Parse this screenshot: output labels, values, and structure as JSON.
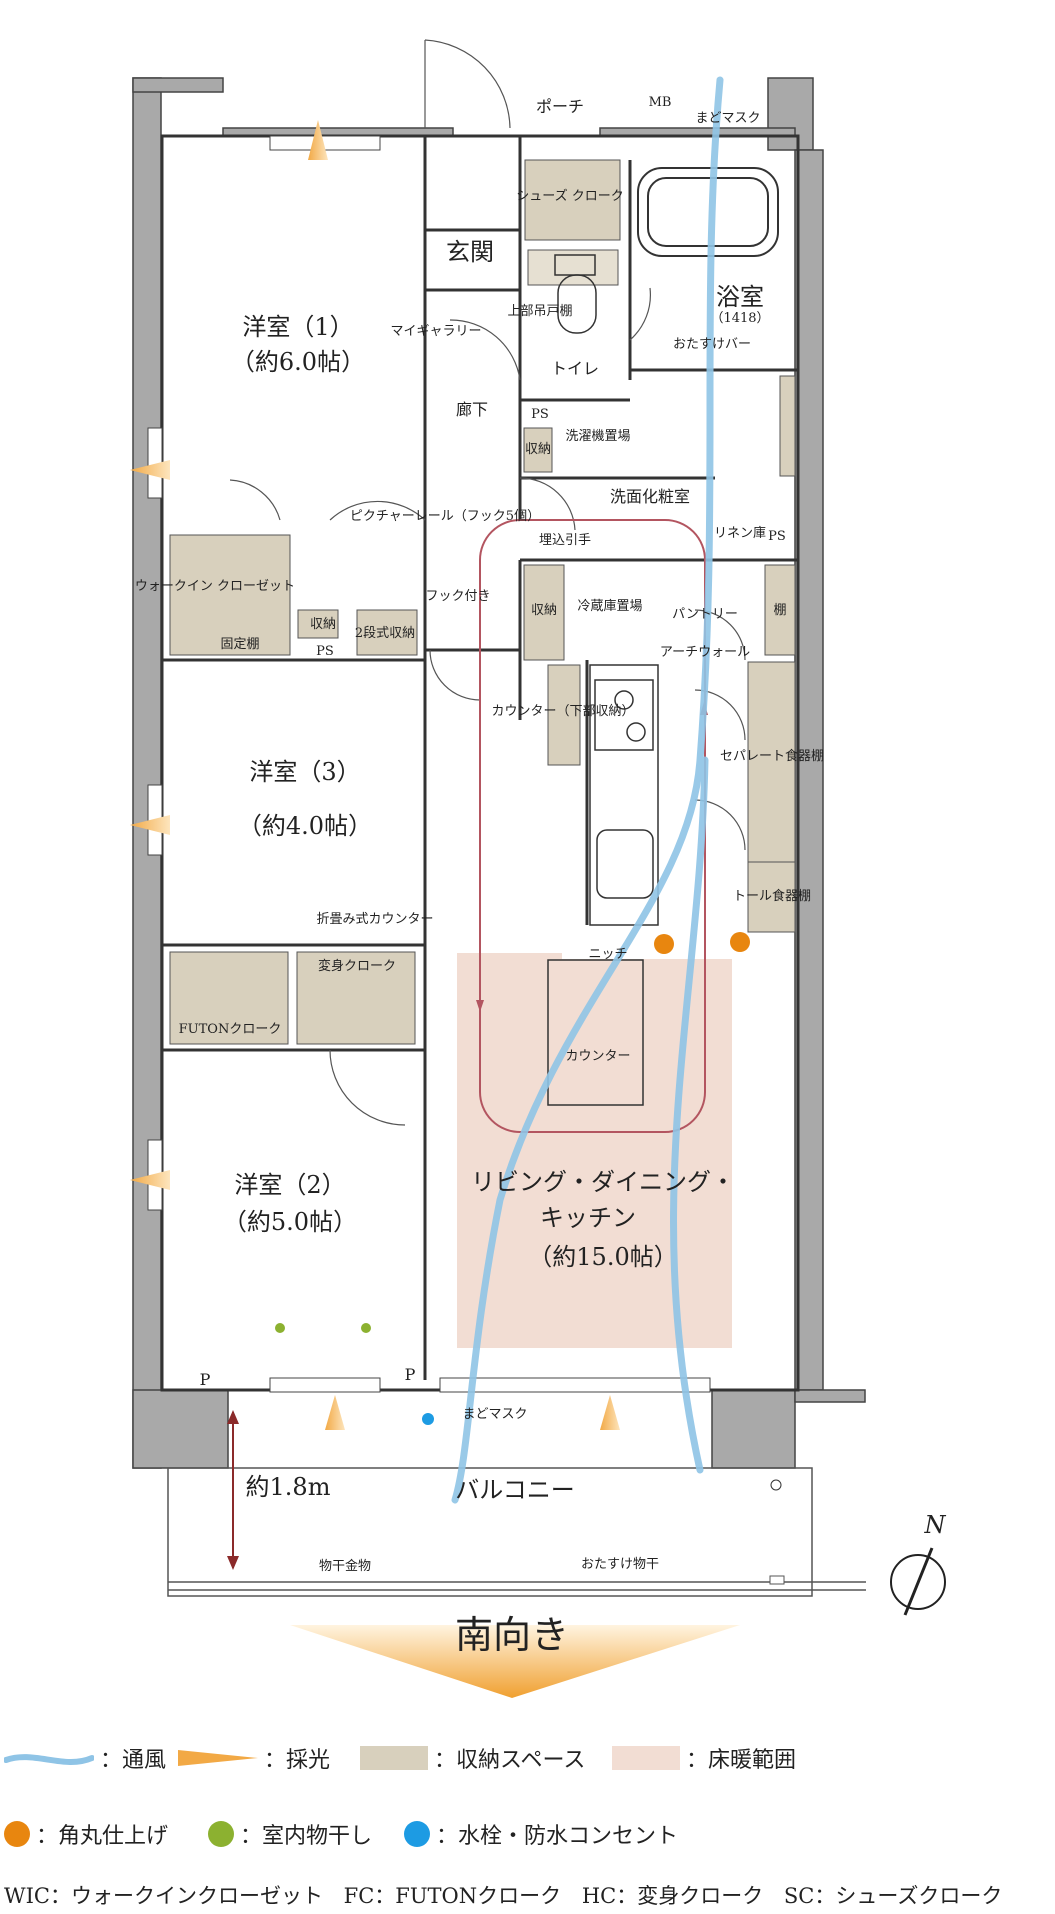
{
  "rooms": {
    "western1": {
      "name": "洋室（1）",
      "size": "（約6.0帖）"
    },
    "western3": {
      "name": "洋室（3）",
      "size": "（約4.0帖）"
    },
    "western2": {
      "name": "洋室（2）",
      "size": "（約5.0帖）"
    },
    "ldk": {
      "name1": "リビング・ダイニング・",
      "name2": "キッチン",
      "size": "（約15.0帖）"
    },
    "entrance": "玄関",
    "porch": "ポーチ",
    "bath": {
      "name": "浴室",
      "size": "（1418）"
    },
    "toilet": "トイレ",
    "corridor": "廊下",
    "washroom": "洗面化粧室",
    "balcony": "バルコニー"
  },
  "labels": {
    "mb": "MB",
    "madomask_top": "まどマスク",
    "madomask_bottom": "まどマスク",
    "shoes_closet": "シューズ クローク",
    "upper_cabinet": "上部吊戸棚",
    "my_gallery": "マイギャラリー",
    "picture_rail": "ピクチャーレール（フック5個）",
    "hook": "フック付き",
    "otasuke_bar": "おたすけバー",
    "ps1": "PS",
    "ps2": "PS",
    "ps3": "PS",
    "storage_small": "収納",
    "washer": "洗濯機置場",
    "linen": "リネン庫",
    "umekomi": "埋込引手",
    "storage_kitchen": "収納",
    "fridge": "冷蔵庫置場",
    "pantry": "パントリー",
    "shelf": "棚",
    "arch_wall": "アーチウォール",
    "separate_shelf": "セパレート食器棚",
    "tall_shelf": "トール食器棚",
    "counter_lower": "カウンター（下部収納）",
    "niche": "ニッチ",
    "counter": "カウンター",
    "wic": "ウォークイン クローゼット",
    "fixed_shelf": "固定棚",
    "storage_wic": "収納",
    "two_tier": "2段式収納",
    "folding_counter": "折畳み式カウンター",
    "henshin": "変身クローク",
    "futon": "FUTONクローク",
    "p1": "P",
    "p2": "P",
    "depth": "約1.8m",
    "drying_rod": "物干金物",
    "otasuke_drying": "おたすけ物干",
    "north": "N",
    "south": "南向き"
  },
  "legend": {
    "ventilation": "：通風",
    "daylight": "：採光",
    "storage_space": "：収納スペース",
    "floor_heating": "：床暖範囲",
    "rounded_finish": "：角丸仕上げ",
    "indoor_drying": "：室内物干し",
    "faucet": "：水栓・防水コンセント"
  },
  "abbreviations": [
    "WIC：ウォークインクローゼット",
    "FC：FUTONクローク",
    "HC：変身クローク",
    "SC：シューズクローク"
  ],
  "colors": {
    "wall": "#a9a9a9",
    "storage": "#d8d0bd",
    "floor_heating": "#f2ddd3",
    "wind": "#8fc4e6",
    "light": "#f2a945",
    "rounded": "#e8860f",
    "drying": "#8cb130",
    "faucet": "#1d9be3",
    "circulation": "#b35560",
    "south_arrow": "#f0a030"
  }
}
